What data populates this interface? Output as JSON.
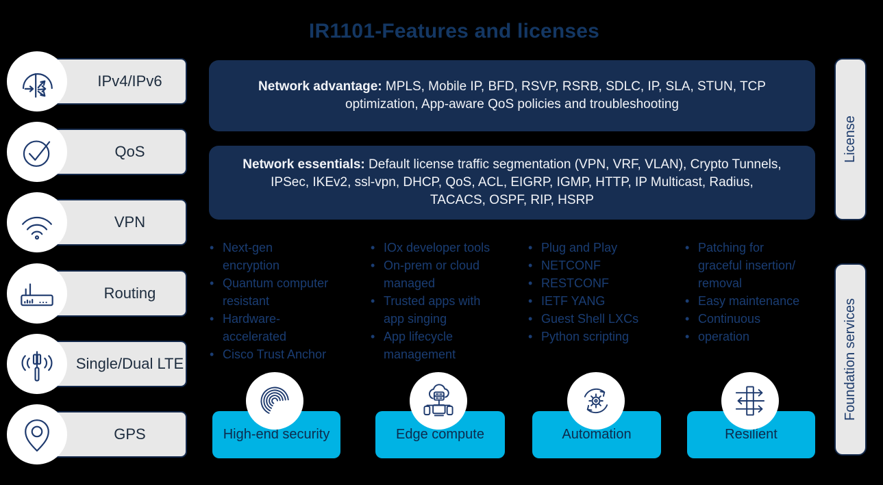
{
  "title": "IR1101-Features and licenses",
  "sidebar": {
    "items": [
      {
        "label": "IPv4/IPv6",
        "icon": "ip-traffic-icon"
      },
      {
        "label": "QoS",
        "icon": "qos-check-icon"
      },
      {
        "label": "VPN",
        "icon": "wifi-icon"
      },
      {
        "label": "Routing",
        "icon": "router-icon"
      },
      {
        "label": "Single/Dual LTE",
        "icon": "lte-antenna-icon"
      },
      {
        "label": "GPS",
        "icon": "gps-pin-icon"
      }
    ]
  },
  "license_boxes": [
    {
      "heading": "Network advantage:",
      "text": "MPLS, Mobile IP, BFD, RSVP, RSRB, SDLC, IP, SLA, STUN, TCP\noptimization, App-aware QoS policies and troubleshooting"
    },
    {
      "heading": "Network essentials:",
      "text": "Default license traffic segmentation (VPN, VRF, VLAN), Crypto Tunnels,\nIPSec, IKEv2, ssl-vpn, DHCP, QoS, ACL, EIGRP, IGMP, HTTP, IP Multicast, Radius,\nTACACS, OSPF, RIP, HSRP"
    }
  ],
  "feature_columns": [
    {
      "category": "High-end security",
      "icon": "fingerprint-icon",
      "bullets": [
        "Next-gen\nencryption",
        "Quantum computer\nresistant",
        "Hardware-\naccelerated",
        "Cisco Trust Anchor"
      ]
    },
    {
      "category": "Edge compute",
      "icon": "edge-compute-icon",
      "bullets": [
        "IOx developer tools",
        "On-prem or cloud\nmanaged",
        "Trusted apps with\napp singing",
        "App lifecycle\nmanagement"
      ]
    },
    {
      "category": "Automation",
      "icon": "automation-icon",
      "bullets": [
        "Plug and Play",
        "NETCONF",
        "RESTCONF",
        "IETF YANG",
        "Guest Shell LXCs",
        "Python scripting"
      ]
    },
    {
      "category": "Resilient",
      "icon": "resilient-icon",
      "bullets": [
        "Patching for\ngraceful insertion/\nremoval",
        "Easy maintenance",
        "Continuous",
        "operation"
      ]
    }
  ],
  "side_labels": [
    {
      "label": "License"
    },
    {
      "label": "Foundation services"
    }
  ],
  "colors": {
    "background": "#000000",
    "navy_box": "#172e52",
    "navy_text": "#1a3d73",
    "cyan_chip": "#00b3e4",
    "gray_box": "#e8e8e8",
    "icon_stroke": "#1e3a6e"
  }
}
